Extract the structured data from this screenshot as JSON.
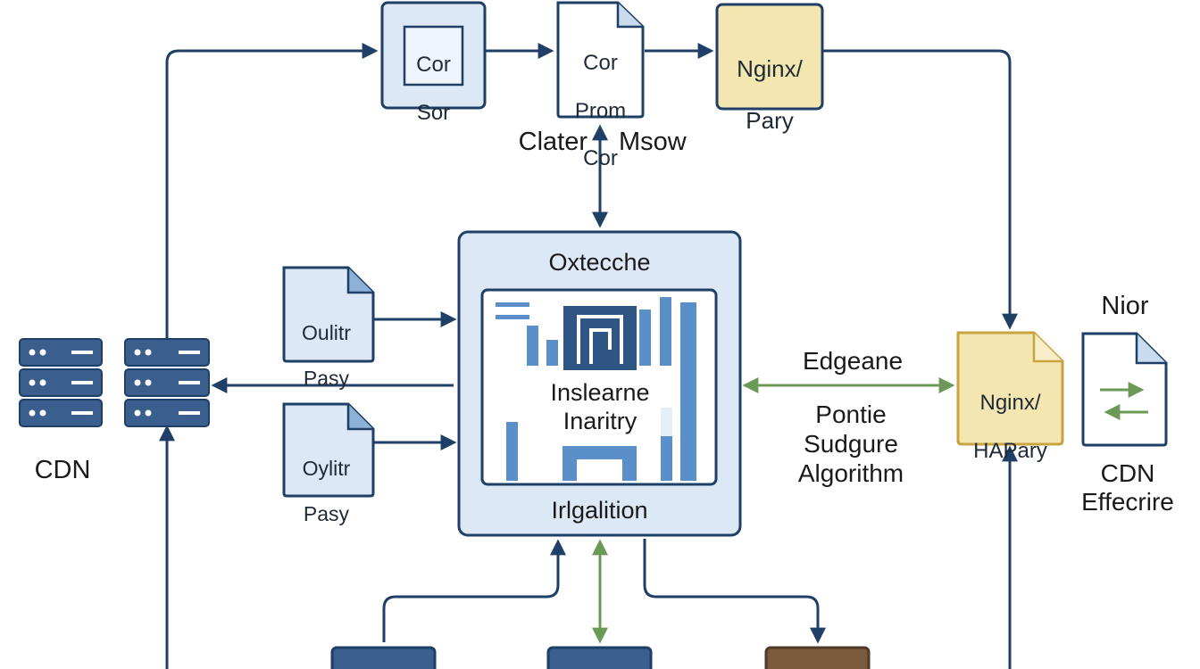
{
  "top_row": {
    "core_sor": {
      "line1": "Cor",
      "line2": "Sor"
    },
    "cor_prom_doc": {
      "line1": "Cor",
      "line2": "Prom",
      "line3": "Cor"
    },
    "nginx_top": {
      "line1": "Nginx/",
      "line2": "Pary"
    }
  },
  "connector_labels": {
    "cluster_left": "Clater",
    "cluster_right": "Msow",
    "edge": "Edgeane",
    "algorithm": "Pontie\nSudgure\nAlgorithm"
  },
  "center_module": {
    "title": "Oxtecche",
    "inner_label": "Inslearne\nInaritry",
    "footer": "Irlgalition"
  },
  "left_docs": {
    "doc1": {
      "line1": "Oulitr",
      "line2": "Pasy"
    },
    "doc2": {
      "line1": "Oylitr",
      "line2": "Pasy"
    }
  },
  "cdn_left": {
    "label": "CDN"
  },
  "right_side": {
    "nginx_right": {
      "line1": "Nginx/",
      "line2": "HAPary"
    },
    "nior_label": "Nior",
    "cdn_caption": "CDN\nEffecrire"
  },
  "colors": {
    "line_blue": "#1f3f66",
    "line_green": "#6b9a56",
    "box_fill_blue": "#dce8f5",
    "box_fill_yellow": "#f3e6b0",
    "server_fill": "#3a5f8f",
    "brown_box": "#7a5a3c"
  }
}
